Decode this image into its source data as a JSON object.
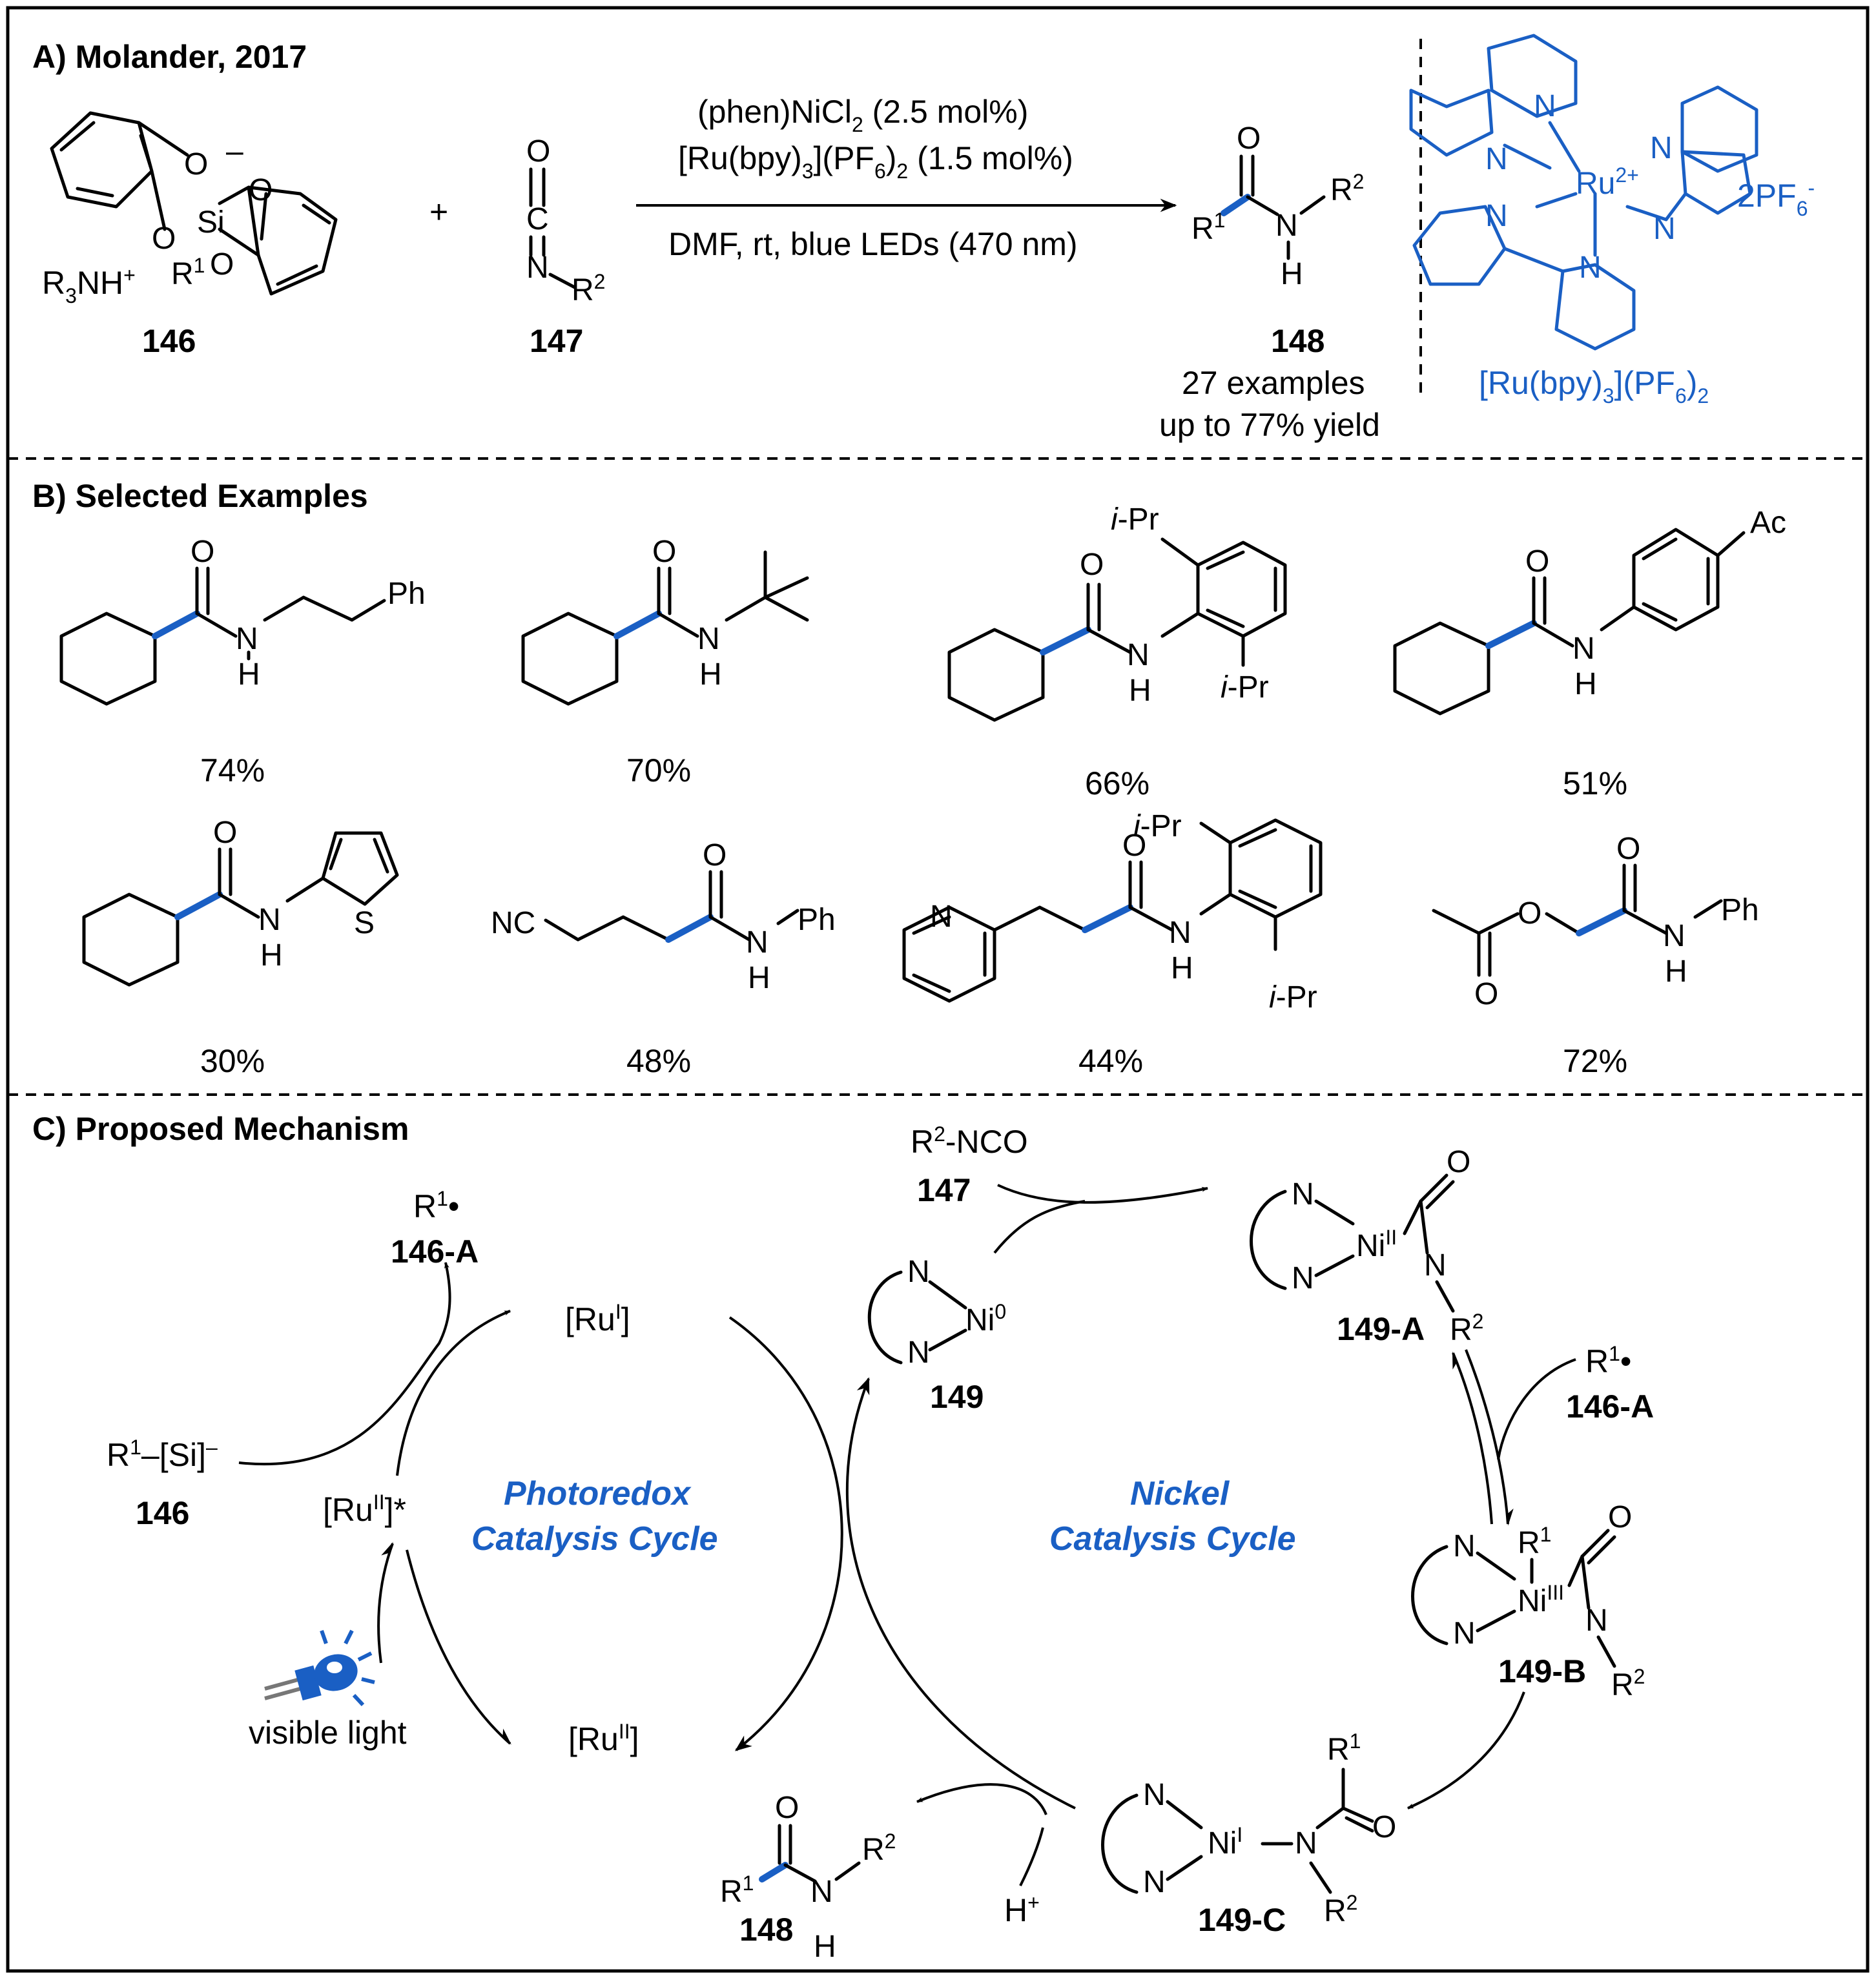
{
  "sections": {
    "a": {
      "heading": "A) Molander, 2017"
    },
    "b": {
      "heading": "B) Selected Examples"
    },
    "c": {
      "heading": "C) Proposed Mechanism"
    }
  },
  "reaction": {
    "compound_146": "146",
    "compound_147": "147",
    "compound_148": "148",
    "plus": "+",
    "ammonium": "R3NH+",
    "condition_catalyst_ni": "(phen)NiCl2 (2.5 mol%)",
    "condition_catalyst_ru": "[Ru(bpy)3](PF6)2 (1.5 mol%)",
    "condition_solvent": "DMF, rt, blue LEDs (470 nm)",
    "scope_count": "27 examples",
    "scope_yield": "up to 77% yield",
    "ru_complex_label": "[Ru(bpy)3](PF6)2",
    "ru_counterion": "2PF6-"
  },
  "examples": {
    "yields": [
      "74%",
      "70%",
      "66%",
      "51%",
      "30%",
      "48%",
      "44%",
      "72%"
    ],
    "substituents": {
      "ph": "Ph",
      "ipr": "i-Pr",
      "ac": "Ac",
      "nc": "NC"
    }
  },
  "mechanism": {
    "photoredox_line1": "Photoredox",
    "photoredox_line2": "Catalysis Cycle",
    "nickel_line1": "Nickel",
    "nickel_line2": "Catalysis Cycle",
    "visible_light": "visible light",
    "radical_label": "146-A",
    "silicate_label": "146",
    "isocyanate": "R2-NCO",
    "isocyanate_label": "147",
    "ni0_label": "149",
    "ni2_label": "149-A",
    "ni3_label": "149-B",
    "ni1_label": "149-C",
    "product_label": "148",
    "proton": "H+",
    "ru_i": "[RuI]",
    "ru_ii": "[RuII]",
    "ru_ii_excited": "[RuII]*"
  },
  "colors": {
    "accent": "#1a5fc4",
    "line": "#000000",
    "background": "#ffffff"
  },
  "icons": [
    "blue-led-icon"
  ]
}
